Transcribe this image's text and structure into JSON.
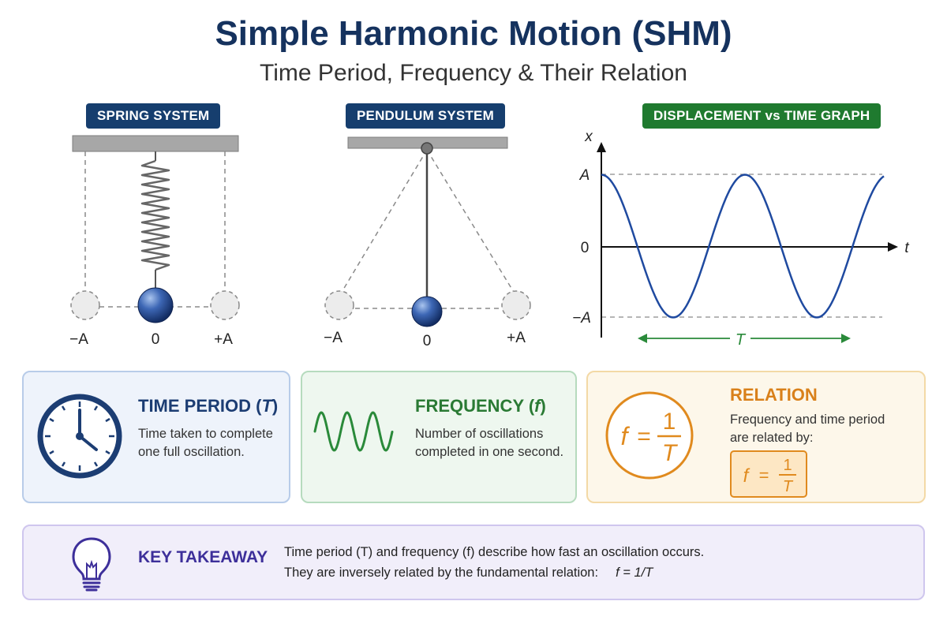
{
  "header": {
    "title": "Simple Harmonic Motion (SHM)",
    "subtitle": "Time Period, Frequency & Their Relation"
  },
  "panels": {
    "spring": {
      "label": "SPRING SYSTEM",
      "positions": [
        "−A",
        "0",
        "+A"
      ]
    },
    "pendulum": {
      "label": "PENDULUM SYSTEM",
      "positions": [
        "−A",
        "0",
        "+A"
      ]
    },
    "graph": {
      "label": "DISPLACEMENT vs TIME GRAPH",
      "y_axis_label": "x",
      "x_axis_label": "t",
      "y_ticks": [
        "A",
        "0",
        "−A"
      ],
      "period_label": "T"
    }
  },
  "cards": {
    "time_period": {
      "title": "TIME PERIOD (",
      "title_symbol": "T",
      "title_end": ")",
      "desc_line1": "Time taken to complete",
      "desc_line2": "one full oscillation."
    },
    "frequency": {
      "title": "FREQUENCY (",
      "title_symbol": "f",
      "title_end": ")",
      "desc_line1": "Number of oscillations",
      "desc_line2": "completed in one second."
    },
    "relation": {
      "title": "RELATION",
      "desc_line1": "Frequency and time period",
      "desc_line2": "are related by:",
      "formula_lhs": "f",
      "formula_eq": "=",
      "formula_num": "1",
      "formula_den": "T"
    }
  },
  "takeaway": {
    "title": "KEY TAKEAWAY",
    "line1": "Time period (T) and frequency (f) describe how fast an oscillation occurs.",
    "line2": "They are inversely related by the fundamental relation:",
    "formula": "f = 1/T"
  },
  "colors": {
    "navy": "#15325e",
    "pill_blue": "#163e6e",
    "pill_green": "#1f7a2f",
    "wave_blue": "#1f4aa0",
    "wave_green": "#2a8a3a",
    "orange": "#e08a1e",
    "purple": "#3d2f9a"
  }
}
